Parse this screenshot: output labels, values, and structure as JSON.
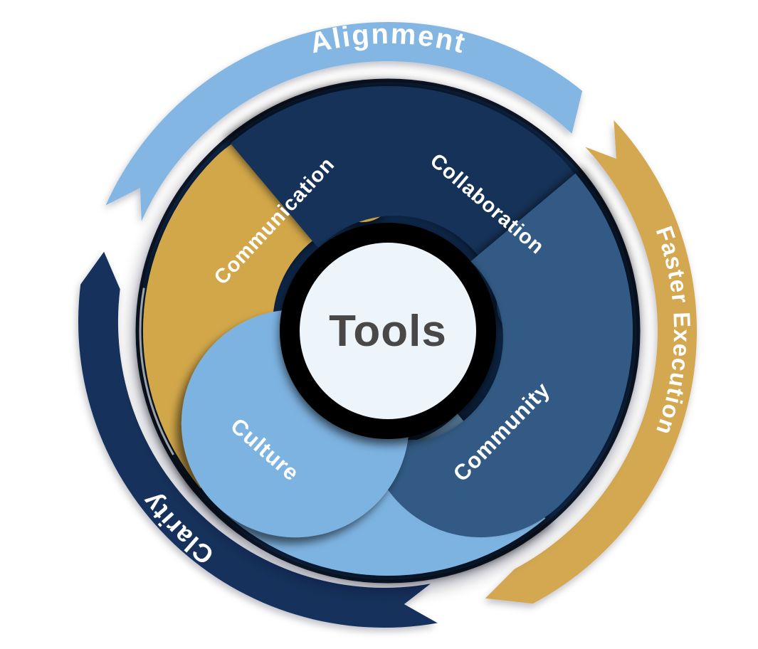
{
  "diagram": {
    "type": "cycle-pinwheel",
    "center": {
      "label": "Tools",
      "fill": "#edf5fb",
      "ring_color": "#050505",
      "text_color": "#484848"
    },
    "segments": [
      {
        "id": "communication",
        "label": "Communication",
        "color": "#d2a74a"
      },
      {
        "id": "collaboration",
        "label": "Collaboration",
        "color": "#143158"
      },
      {
        "id": "community",
        "label": "Community",
        "color": "#335a84"
      },
      {
        "id": "culture",
        "label": "Culture",
        "color": "#7db3e1"
      }
    ],
    "outer_arrows": [
      {
        "id": "alignment",
        "label": "Alignment",
        "color": "#84b6e4"
      },
      {
        "id": "faster-execution",
        "label": "Faster Execution",
        "color": "#d3a851"
      },
      {
        "id": "clarity",
        "label": "Clarity",
        "color": "#16335c"
      }
    ],
    "base_disc_color": "#0c2746",
    "label_color": "#ffffff",
    "flow_direction": "clockwise"
  }
}
